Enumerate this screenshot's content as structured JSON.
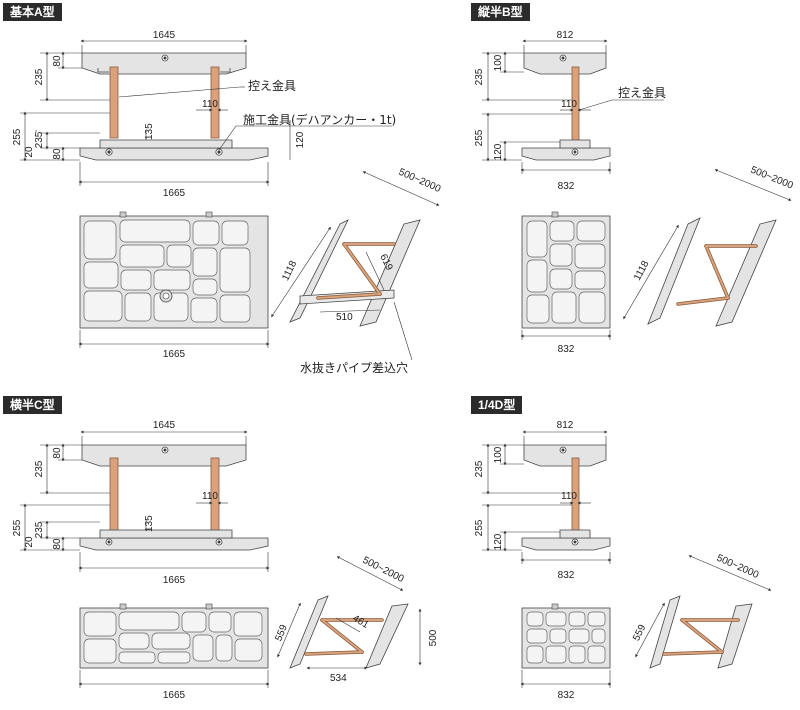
{
  "panels": {
    "a": {
      "title": "基本A型",
      "top_width": "1645",
      "top_h_total": "235",
      "top_h_slab": "80",
      "gap_110": "110",
      "post_135": "135",
      "base_h_255": "255",
      "base_h_20": "20",
      "base_h_235": "235",
      "base_h_80": "80",
      "base_h_120": "120",
      "base_width": "1665",
      "plan_width": "1665",
      "iso_range": "500~2000",
      "iso_height": "1118",
      "iso_619": "619",
      "iso_510": "510",
      "label_brace": "控え金具",
      "label_anchor": "施工金具(デハアンカー・1t)",
      "label_drain": "水抜きパイプ差込穴"
    },
    "b": {
      "title": "縦半B型",
      "top_width": "812",
      "top_h_total": "235",
      "top_h_slab": "100",
      "gap_110": "110",
      "base_h_255": "255",
      "base_h_120": "120",
      "base_width": "832",
      "plan_width": "832",
      "iso_range": "500~2000",
      "iso_height": "1118",
      "label_brace": "控え金具"
    },
    "c": {
      "title": "横半C型",
      "top_width": "1645",
      "top_h_total": "235",
      "top_h_slab": "80",
      "gap_110": "110",
      "post_135": "135",
      "base_h_255": "255",
      "base_h_20": "20",
      "base_h_235": "235",
      "base_h_80": "80",
      "base_width": "1665",
      "plan_width": "1665",
      "iso_range": "500~2000",
      "iso_height": "559",
      "iso_461": "461",
      "iso_534": "534",
      "iso_500": "500"
    },
    "d": {
      "title": "1/4D型",
      "top_width": "812",
      "top_h_total": "235",
      "top_h_slab": "100",
      "gap_110": "110",
      "base_h_255": "255",
      "base_h_120": "120",
      "base_width": "832",
      "plan_width": "832",
      "iso_range": "500~2000",
      "iso_height": "559"
    }
  },
  "colors": {
    "concrete": "#e4e4e4",
    "stone": "#f2f2f2",
    "brace": "#d9a27c",
    "brace_edge": "#8a5a3a",
    "line": "#333333"
  }
}
